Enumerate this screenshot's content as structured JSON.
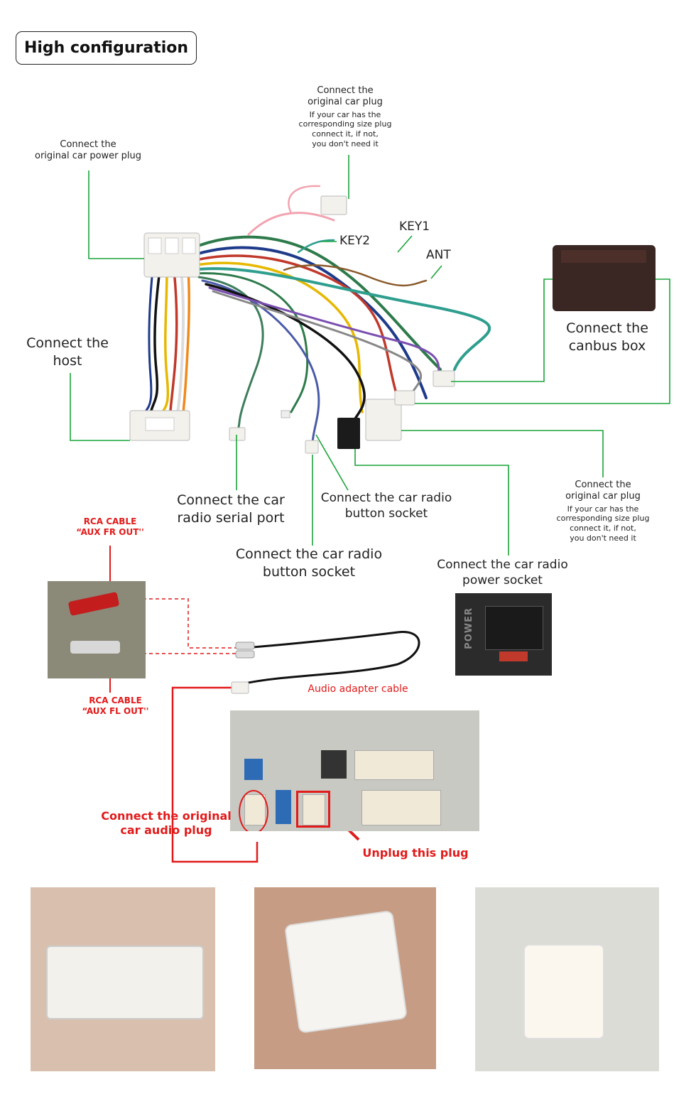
{
  "title": "High configuration",
  "labels": {
    "orig_plug_top_1": "Connect the",
    "orig_plug_top_2": "original car plug",
    "orig_plug_top_note_1": "If your car has the",
    "orig_plug_top_note_2": "corresponding size plug",
    "orig_plug_top_note_3": "connect it, if not,",
    "orig_plug_top_note_4": "you don't need it",
    "power_plug_1": "Connect the",
    "power_plug_2": "original car power plug",
    "key1": "KEY1",
    "key2": "KEY2",
    "ant": "ANT",
    "canbus_1": "Connect the",
    "canbus_2": "canbus box",
    "host_1": "Connect the",
    "host_2": "host",
    "serial_1": "Connect the car",
    "serial_2": "radio  serial port",
    "button_a_1": "Connect the car radio",
    "button_a_2": "button socket",
    "button_b_1": "Connect the car radio",
    "button_b_2": "button socket",
    "orig_plug_right_1": "Connect the",
    "orig_plug_right_2": "original car plug",
    "orig_plug_right_note_1": "If your car has the",
    "orig_plug_right_note_2": "corresponding size plug",
    "orig_plug_right_note_3": "connect it, if not,",
    "orig_plug_right_note_4": "you don't need it",
    "power_socket_1": "Connect the car radio",
    "power_socket_2": "power socket",
    "rca_fr_1": "RCA CABLE",
    "rca_fr_2": "“AUX FR OUT''",
    "rca_fl_1": "RCA CABLE",
    "rca_fl_2": "“AUX FL OUT''",
    "audio_adapter": "Audio adapter cable",
    "orig_audio_1": "Connect the original",
    "orig_audio_2": "car audio plug",
    "unplug": "Unplug this plug",
    "power_text": "POWER"
  },
  "colors": {
    "leader_green": "#1aa53a",
    "callout_red": "#e21a1a",
    "connector_white": "#f3f1ec",
    "canbus_box": "#3a2622"
  }
}
